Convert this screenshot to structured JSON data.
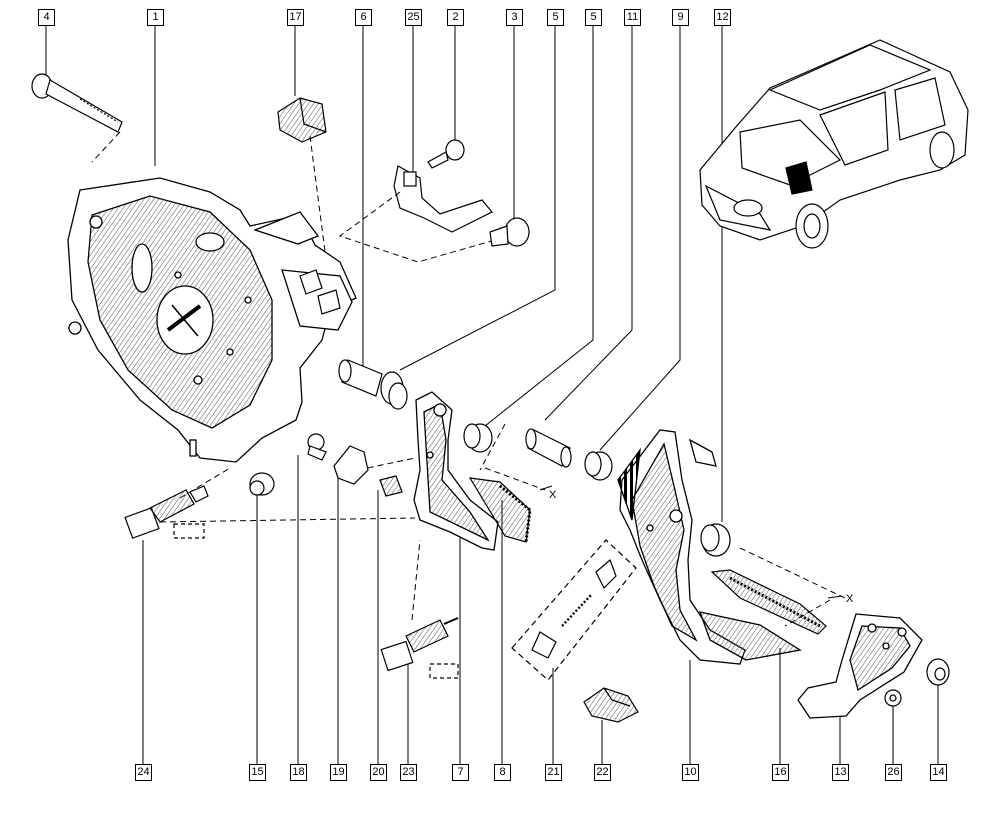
{
  "callouts": {
    "c4": "4",
    "c1": "1",
    "c17": "17",
    "c6": "6",
    "c25": "25",
    "c2": "2",
    "c3": "3",
    "c5a": "5",
    "c5b": "5",
    "c11": "11",
    "c9": "9",
    "c12": "12",
    "c24": "24",
    "c15": "15",
    "c18": "18",
    "c19": "19",
    "c20": "20",
    "c23": "23",
    "c7": "7",
    "c8": "8",
    "c21": "21",
    "c22": "22",
    "c10": "10",
    "c16": "16",
    "c13": "13",
    "c26": "26",
    "c14": "14"
  },
  "axis_markers": {
    "x1": "X",
    "x2": "X"
  },
  "colors": {
    "ink": "#000000",
    "paper": "#ffffff",
    "hatch": "#555555"
  }
}
